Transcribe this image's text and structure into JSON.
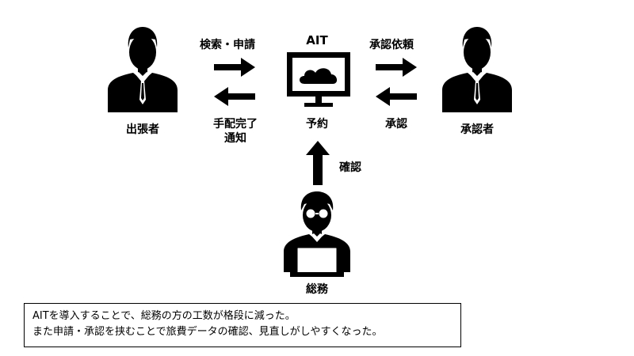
{
  "actors": {
    "traveler": "出張者",
    "approver": "承認者",
    "general_affairs": "総務"
  },
  "system": {
    "name": "AIT",
    "label": "予約"
  },
  "arrows": {
    "search_apply": "検索・申請",
    "arrangement_done": "手配完了",
    "arrangement_notice": "通知",
    "approval_request": "承認依頼",
    "approval": "承認",
    "confirm": "確認"
  },
  "note": {
    "line1": "AITを導入することで、総務の方の工数が格段に減った。",
    "line2": "また申請・承認を挟むことで旅費データの確認、見直しがしやすくなった。"
  },
  "colors": {
    "ink": "#000000",
    "background": "#ffffff"
  }
}
